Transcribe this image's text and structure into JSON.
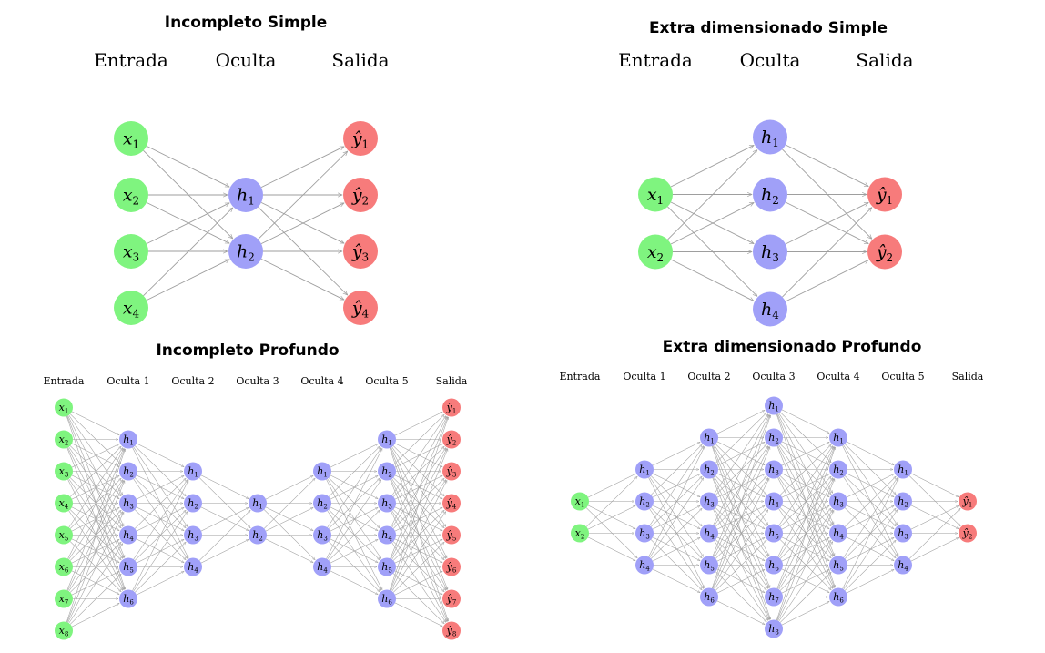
{
  "colors": {
    "input": "#7ff47f",
    "hidden": "#a0a0f8",
    "output": "#f77b7b",
    "edge": "#9e9e9e",
    "text": "#000000"
  },
  "networks": [
    {
      "title": "Incompleto Simple",
      "layer_headers": [
        "Entrada",
        "Oculta",
        "Salida"
      ],
      "layers": [
        {
          "role": "input",
          "nodes": [
            "x1",
            "x2",
            "x3",
            "x4"
          ]
        },
        {
          "role": "hidden",
          "nodes": [
            "h1",
            "h2"
          ]
        },
        {
          "role": "output",
          "nodes": [
            "ŷ1",
            "ŷ2",
            "ŷ3",
            "ŷ4"
          ]
        }
      ]
    },
    {
      "title": "Extra dimensionado Simple",
      "layer_headers": [
        "Entrada",
        "Oculta",
        "Salida"
      ],
      "layers": [
        {
          "role": "input",
          "nodes": [
            "x1",
            "x2"
          ]
        },
        {
          "role": "hidden",
          "nodes": [
            "h1",
            "h2",
            "h3",
            "h4"
          ]
        },
        {
          "role": "output",
          "nodes": [
            "ŷ1",
            "ŷ2"
          ]
        }
      ]
    },
    {
      "title": "Incompleto Profundo",
      "layer_headers": [
        "Entrada",
        "Oculta 1",
        "Oculta 2",
        "Oculta 3",
        "Oculta 4",
        "Oculta 5",
        "Salida"
      ],
      "layers": [
        {
          "role": "input",
          "nodes": [
            "x1",
            "x2",
            "x3",
            "x4",
            "x5",
            "x6",
            "x7",
            "x8"
          ]
        },
        {
          "role": "hidden",
          "nodes": [
            "h1",
            "h2",
            "h3",
            "h4",
            "h5",
            "h6"
          ]
        },
        {
          "role": "hidden",
          "nodes": [
            "h1",
            "h2",
            "h3",
            "h4"
          ]
        },
        {
          "role": "hidden",
          "nodes": [
            "h1",
            "h2"
          ]
        },
        {
          "role": "hidden",
          "nodes": [
            "h1",
            "h2",
            "h3",
            "h4"
          ]
        },
        {
          "role": "hidden",
          "nodes": [
            "h1",
            "h2",
            "h3",
            "h4",
            "h5",
            "h6"
          ]
        },
        {
          "role": "output",
          "nodes": [
            "ŷ1",
            "ŷ2",
            "ŷ3",
            "ŷ4",
            "ŷ5",
            "ŷ6",
            "ŷ7",
            "ŷ8"
          ]
        }
      ]
    },
    {
      "title": "Extra dimensionado Profundo",
      "layer_headers": [
        "Entrada",
        "Oculta 1",
        "Oculta 2",
        "Oculta 3",
        "Oculta 4",
        "Oculta 5",
        "Salida"
      ],
      "layers": [
        {
          "role": "input",
          "nodes": [
            "x1",
            "x2"
          ]
        },
        {
          "role": "hidden",
          "nodes": [
            "h1",
            "h2",
            "h3",
            "h4"
          ]
        },
        {
          "role": "hidden",
          "nodes": [
            "h1",
            "h2",
            "h3",
            "h4",
            "h5",
            "h6"
          ]
        },
        {
          "role": "hidden",
          "nodes": [
            "h1",
            "h2",
            "h3",
            "h4",
            "h5",
            "h6",
            "h7",
            "h8"
          ]
        },
        {
          "role": "hidden",
          "nodes": [
            "h1",
            "h2",
            "h3",
            "h4",
            "h5",
            "h6"
          ]
        },
        {
          "role": "hidden",
          "nodes": [
            "h1",
            "h2",
            "h3",
            "h4"
          ]
        },
        {
          "role": "output",
          "nodes": [
            "ŷ1",
            "ŷ2"
          ]
        }
      ]
    }
  ]
}
